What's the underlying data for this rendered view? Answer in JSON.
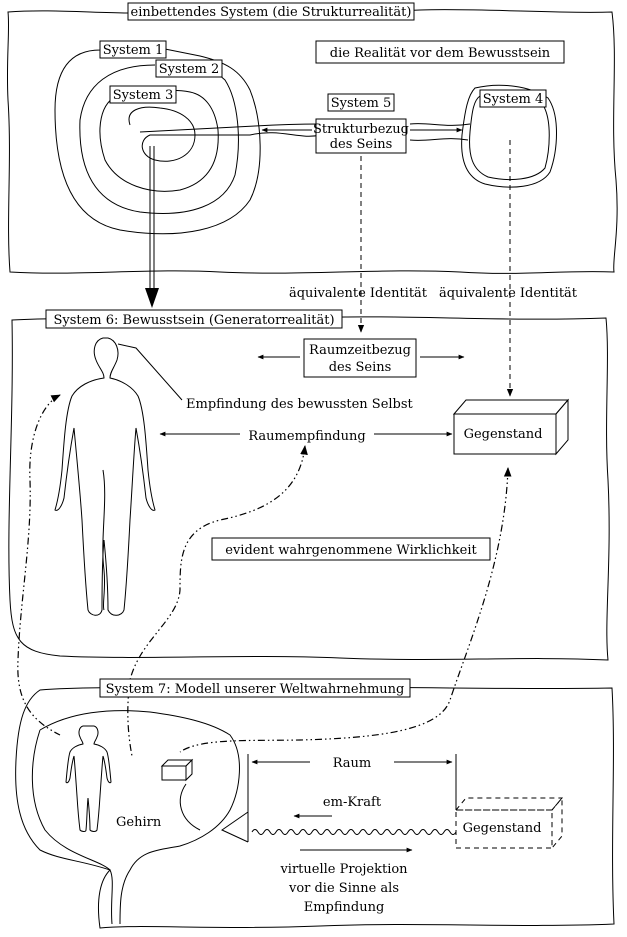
{
  "labels": {
    "top_title": "einbettendes System (die Strukturrealität)",
    "reality_before": "die Realität vor dem Bewusstsein",
    "system1": "System 1",
    "system2": "System 2",
    "system3": "System 3",
    "system4": "System 4",
    "system5": "System 5",
    "strukturbezug_1": "Strukturbezug",
    "strukturbezug_2": "des Seins",
    "aeq_left": "äquivalente Identität",
    "aeq_right": "äquivalente Identität",
    "system6": "System 6: Bewusstsein (Generatorrealität)",
    "raumzeit_1": "Raumzeitbezug",
    "raumzeit_2": "des Seins",
    "empfindung_selbst": "Empfindung des bewussten Selbst",
    "raumempfindung": "Raumempfindung",
    "gegenstand_1": "Gegenstand",
    "evident": "evident wahrgenommene Wirklichkeit",
    "system7": "System 7: Modell unserer Weltwahrnehmung",
    "raum": "Raum",
    "gehirn": "Gehirn",
    "emkraft": "em-Kraft",
    "gegenstand_2": "Gegenstand",
    "projektion_1": "virtuelle Projektion",
    "projektion_2": "vor die Sinne als",
    "projektion_3": "Empfindung"
  }
}
